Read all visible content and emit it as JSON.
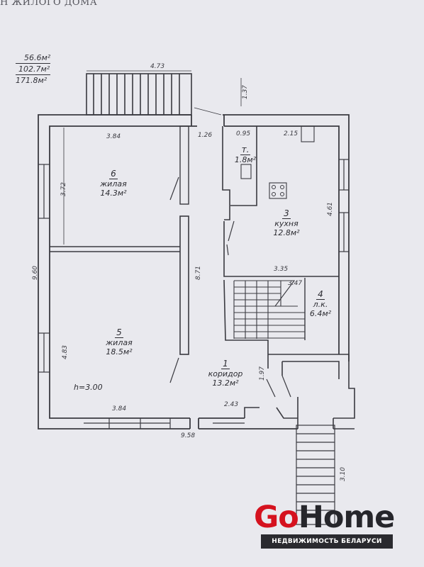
{
  "header": {
    "title": "Н ЖИЛОГО ДОМА"
  },
  "area_summary": {
    "living": "56.6м²",
    "usable": "102.7м²",
    "total": "171.8м²"
  },
  "rooms": [
    {
      "num": "6",
      "name": "жилая",
      "area": "14.3м²"
    },
    {
      "num": "5",
      "name": "жилая",
      "area": "18.5м²"
    },
    {
      "num": "1",
      "name": "коридор",
      "area": "13.2м²"
    },
    {
      "num": "т.",
      "name": "",
      "area": "1.8м²"
    },
    {
      "num": "3",
      "name": "кухня",
      "area": "12.8м²"
    },
    {
      "num": "4",
      "name": "л.к.",
      "area": "6.4м²"
    }
  ],
  "dimensions": {
    "porch_width": "4.73",
    "porch_depth": "1.37",
    "room6_width": "3.84",
    "room6_depth": "3.72",
    "hall_width": "1.26",
    "wc_width": "0.95",
    "kitchen_width": "2.15",
    "kitchen_depth": "4.61",
    "total_depth": "9.60",
    "hall_length": "8.71",
    "kitchen_bottom": "3.35",
    "stair_width": "3.47",
    "room5_depth": "4.83",
    "room5_width": "3.84",
    "corridor_width": "2.43",
    "total_width": "9.58",
    "vestibule": "1.97",
    "steps_length": "3.10"
  },
  "ceiling_height": "h=3.00",
  "logo": {
    "go": "Go",
    "home": "Home",
    "tagline": "НЕДВИЖИМОСТЬ БЕЛАРУСИ"
  },
  "colors": {
    "paper": "#e9e9ee",
    "line": "#3a3a40",
    "brand_red": "#d5121f",
    "brand_dark": "#26262b"
  }
}
